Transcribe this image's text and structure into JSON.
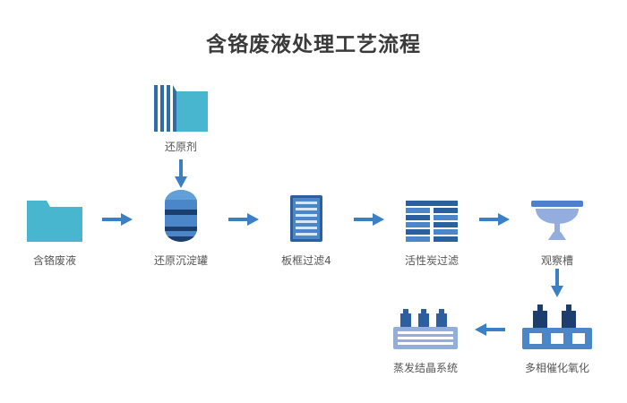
{
  "title": "含铬废液处理工艺流程",
  "colors": {
    "teal": "#47b6ce",
    "stripe": "#2f6ca8",
    "blue": "#4a86c8",
    "blueLight": "#63a0d8",
    "blueDark": "#2d5f9e",
    "navy": "#1c3e6e",
    "peri": "#93aede",
    "periDark": "#4d7fd0",
    "arrow": "#3b7fc4",
    "title_color": "#3a3a3a",
    "label_color": "#555555"
  },
  "nodes": {
    "waste": {
      "label": "含铬废液"
    },
    "reducer": {
      "label": "还原剂"
    },
    "tank": {
      "label": "还原沉淀罐"
    },
    "plate_filter": {
      "label": "板框过滤4"
    },
    "carbon_filter": {
      "label": "活性炭过滤"
    },
    "observe": {
      "label": "观察槽"
    },
    "oxidation": {
      "label": "多相催化氧化"
    },
    "evaporation": {
      "label": "蒸发结晶系统"
    }
  }
}
